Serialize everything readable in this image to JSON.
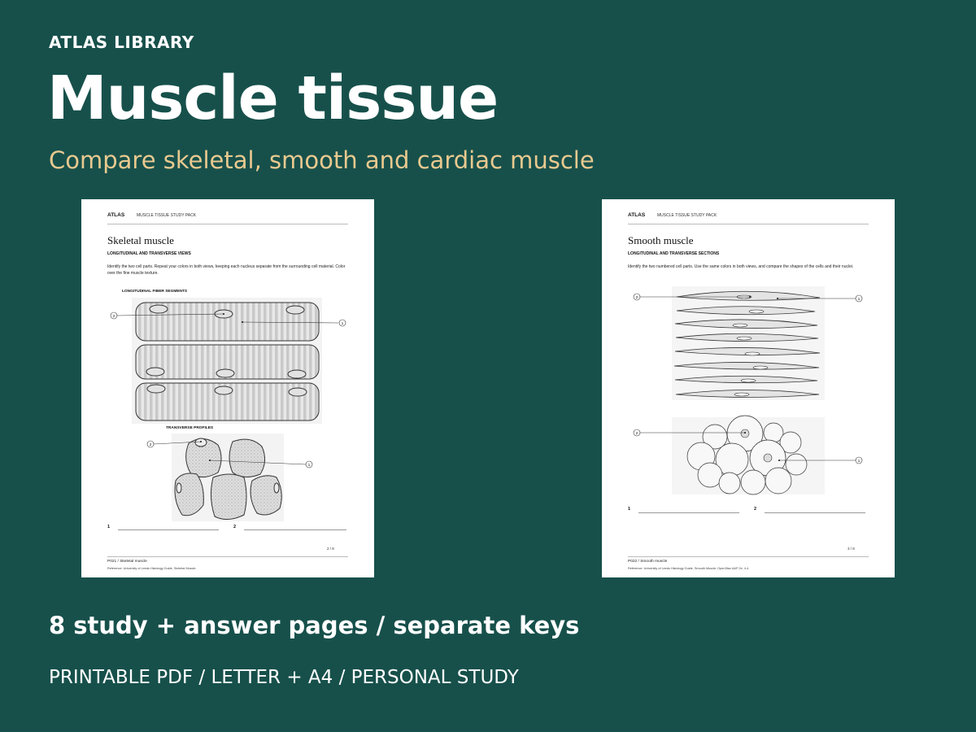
{
  "header": {
    "brand": "ATLAS LIBRARY",
    "title": "Muscle tissue",
    "subtitle": "Compare skeletal, smooth and cardiac muscle"
  },
  "tagline": "8 study + answer pages / separate keys",
  "formats": "PRINTABLE PDF / LETTER + A4 / PERSONAL STUDY",
  "colors": {
    "background": "#17504b",
    "accent": "#e9c98f",
    "text": "#ffffff"
  },
  "pages": [
    {
      "brand": "ATLAS",
      "pack": "MUSCLE TISSUE STUDY PACK",
      "title": "Skeletal muscle",
      "subtitle": "LONGITUDINAL AND TRANSVERSE VIEWS",
      "instructions": "Identify the two cell parts. Repeat your colors in both views, keeping each nucleus separate from the surrounding cell material. Color over the fine muscle texture.",
      "label_top": "LONGITUDINAL FIBER SEGMENTS",
      "label_mid": "TRANSVERSE PROFILES",
      "callouts": [
        "1",
        "2"
      ],
      "answers": [
        "1",
        "2"
      ],
      "page_number": "2 / 8",
      "footer": "P021 / Skeletal muscle",
      "reference": "Reference: University of Leeds Histology Guide, Skeletal Muscle."
    },
    {
      "brand": "ATLAS",
      "pack": "MUSCLE TISSUE STUDY PACK",
      "title": "Smooth muscle",
      "subtitle": "LONGITUDINAL AND TRANSVERSE SECTIONS",
      "instructions": "Identify the two numbered cell parts. Use the same colors in both views, and compare the shapes of the cells and their nuclei.",
      "callouts": [
        "1",
        "2"
      ],
      "answers": [
        "1",
        "2"
      ],
      "page_number": "3 / 8",
      "footer": "P022 / Smooth muscle",
      "reference": "Reference: University of Leeds Histology Guide, Smooth Muscle; OpenStax A&P 2e, 4.4."
    }
  ]
}
